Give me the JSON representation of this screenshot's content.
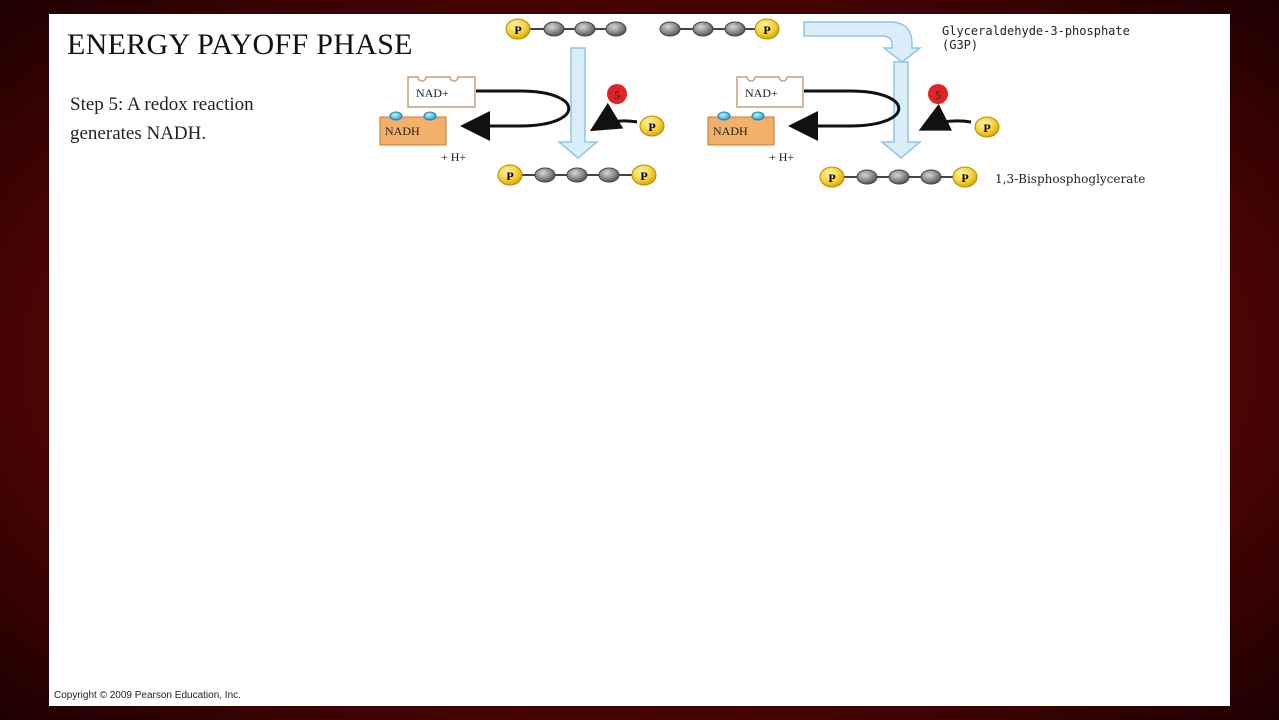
{
  "slide": {
    "title": "ENERGY PAYOFF PHASE",
    "step_text": "Step 5: A redox reaction generates NADH.",
    "copyright": "Copyright © 2009 Pearson Education, Inc."
  },
  "diagram": {
    "phosphate_label": "P",
    "nad_plus_label": "NAD+",
    "nadh_label": "NADH",
    "h_plus_label": "+ H+",
    "step_number": "5",
    "g3p_label_line1": "Glyceraldehyde-3-phosphate",
    "g3p_label_line2": "(G3P)",
    "product_label": "1,3-Bisphosphoglycerate",
    "colors": {
      "phosphate": "#f7d33a",
      "carbon": "#8c8c8c",
      "arrow_fill": "#d9eef9",
      "arrow_stroke": "#8fc6e6",
      "step_badge": "#e02424",
      "nadh_box": "#f2b06b",
      "electron": "#4fb8e8"
    }
  }
}
